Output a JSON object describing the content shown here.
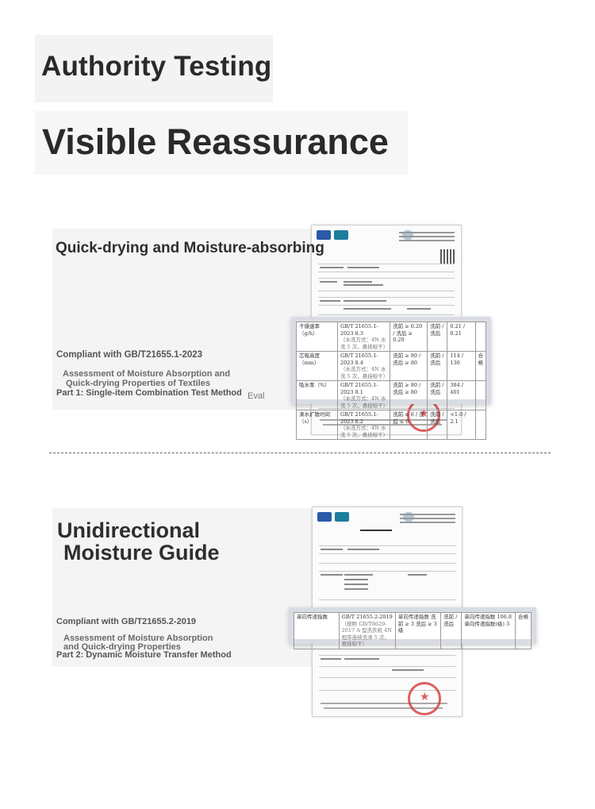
{
  "hero": {
    "line1": "Authority Testing",
    "line2": "Visible Reassurance"
  },
  "section1": {
    "title": "Quick-drying and Moisture-absorbing",
    "standard": "Compliant with GB/T21655.1-2023",
    "desc1": "Assessment of Moisture Absorption and",
    "desc2": "Quick-drying Properties of Textiles",
    "part": "Part 1: Single-item Combination Test Method",
    "overlap": "Eval",
    "zoom_rows": [
      {
        "item": "干燥速率（g/h）",
        "method1": "GB/T 21655.1-2023 8.3",
        "method2": "（水洗方式：4N 水洗 5 次，悬挂晾干）",
        "req": "洗前 ≥ 0.20 / 洗后 ≥ 0.20",
        "state": "洗前 / 洗后",
        "result": "0.21 / 0.21",
        "verdict": ""
      },
      {
        "item": "芯吸高度（mm）",
        "method1": "GB/T 21655.1-2023 8.4",
        "method2": "（水洗方式：4N 水洗 5 次，悬挂晾干）",
        "req": "洗前 ≥ 80 / 洗后 ≥ 80",
        "state": "洗前 / 洗后",
        "result": "114 / 130",
        "verdict": "合格"
      },
      {
        "item": "吸水率（%）",
        "method1": "GB/T 21655.1-2023 8.1",
        "method2": "（水洗方式：4N 水洗 5 次，悬挂晾干）",
        "req": "洗前 ≥ 80 / 洗后 ≥ 80",
        "state": "洗前 / 洗后",
        "result": "384 / 401",
        "verdict": ""
      },
      {
        "item": "滴水扩散时间（s）",
        "method1": "GB/T 21655.1-2023 8.2",
        "method2": "（水洗方式：4N 水洗 5 次，悬挂晾干）",
        "req": "洗前 ≤ 6 / 洗后 ≤ 6",
        "state": "洗前 / 洗后",
        "result": "<1.0 / 2.1",
        "verdict": ""
      }
    ]
  },
  "section2": {
    "title1": "Unidirectional",
    "title2": "Moisture Guide",
    "standard": "Compliant with GB/T21655.2-2019",
    "desc1": "Assessment of Moisture Absorption",
    "desc2": "and Quick-drying Properties",
    "part": "Part 2: Dynamic Moisture Transfer Method",
    "zoom_row": {
      "item": "单向传递指数",
      "method1": "GB/T 21655.2-2019",
      "method2": "（按照 GB/T8629-2017 A 型洗衣机 4N 程序连续洗涤 5 次，悬挂晾干）",
      "req": "单向传递指数 洗前 ≥ 3 洗后 ≥ 3 级",
      "state": "洗前 / 洗后",
      "result": "单向传递指数 106.8 单向传递指数(级) 3",
      "verdict": "合格"
    }
  }
}
